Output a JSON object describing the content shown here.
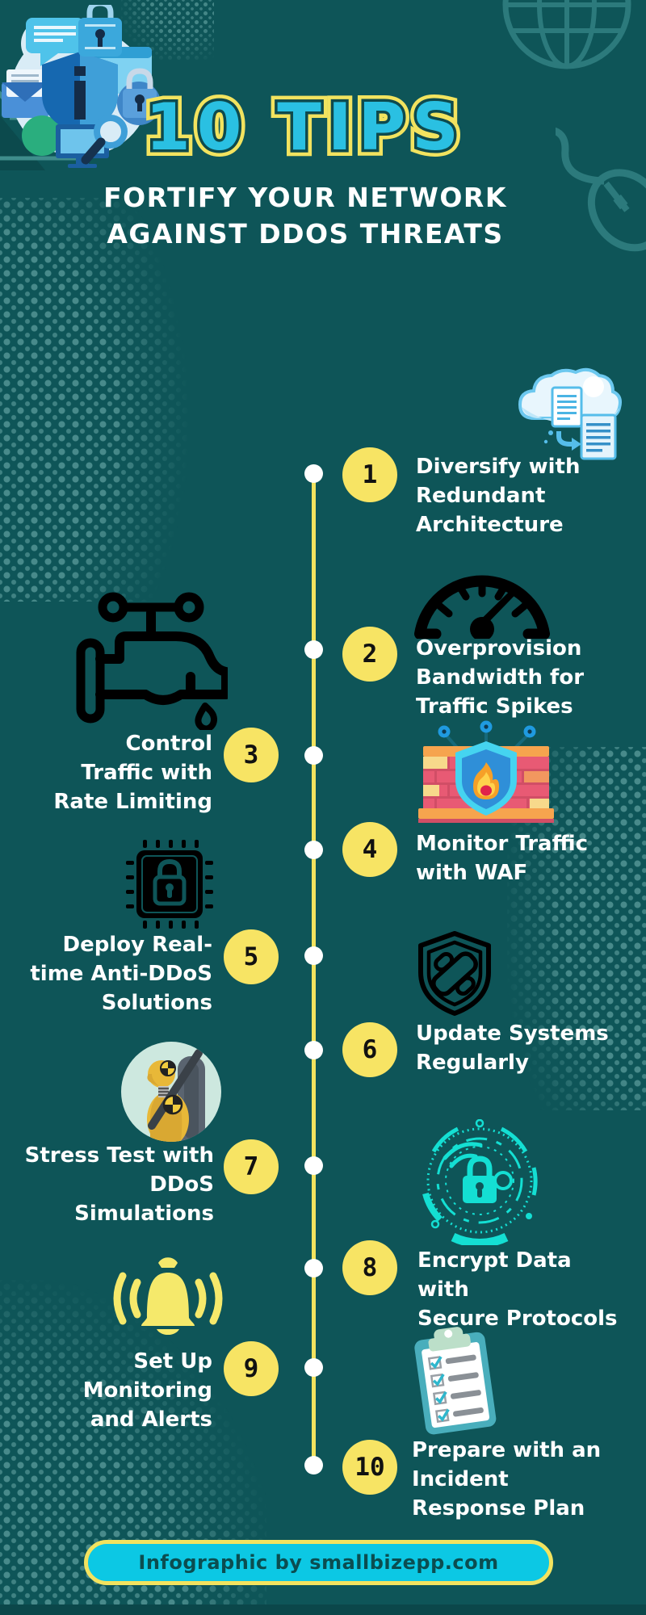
{
  "header": {
    "title": "10 TIPS",
    "subtitle_line1": "FORTIFY YOUR NETWORK",
    "subtitle_line2": "AGAINST DDOS THREATS"
  },
  "tips": [
    {
      "number": "1",
      "side": "right",
      "icon": "cloud-sync-documents-icon",
      "label": "Diversify with Redundant Architecture",
      "lines": [
        "Diversify with",
        "Redundant",
        "Architecture"
      ]
    },
    {
      "number": "2",
      "side": "right",
      "icon": "speedometer-icon",
      "label": "Overprovision Bandwidth for Traffic Spikes",
      "lines": [
        "Overprovision",
        "Bandwidth for",
        "Traffic Spikes"
      ]
    },
    {
      "number": "3",
      "side": "left",
      "icon": "faucet-icon",
      "label": "Control Traffic with Rate Limiting",
      "lines": [
        "Control",
        "Traffic with",
        "Rate Limiting"
      ]
    },
    {
      "number": "4",
      "side": "right",
      "icon": "firewall-shield-icon",
      "label": "Monitor Traffic with WAF",
      "lines": [
        "Monitor Traffic",
        "with WAF"
      ]
    },
    {
      "number": "5",
      "side": "left",
      "icon": "chip-lock-icon",
      "label": "Deploy Real-time Anti-DDoS Solutions",
      "lines": [
        "Deploy Real-",
        "time Anti-DDoS",
        "Solutions"
      ]
    },
    {
      "number": "6",
      "side": "right",
      "icon": "patch-shield-icon",
      "label": "Update Systems Regularly",
      "lines": [
        "Update Systems",
        "Regularly"
      ]
    },
    {
      "number": "7",
      "side": "left",
      "icon": "crash-test-dummy-image",
      "label": "Stress Test with DDoS Simulations",
      "lines": [
        "Stress Test with",
        "DDoS",
        "Simulations"
      ]
    },
    {
      "number": "8",
      "side": "right",
      "icon": "cyber-lock-icon",
      "label": "Encrypt Data with Secure Protocols",
      "lines": [
        "Encrypt Data with",
        "Secure Protocols"
      ]
    },
    {
      "number": "9",
      "side": "left",
      "icon": "alarm-bell-icon",
      "label": "Set Up Monitoring and Alerts",
      "lines": [
        "Set Up",
        "Monitoring",
        "and Alerts"
      ]
    },
    {
      "number": "10",
      "side": "right",
      "icon": "checklist-clipboard-icon",
      "label": "Prepare with an Incident Response Plan",
      "lines": [
        "Prepare with an",
        "Incident",
        "Response Plan"
      ]
    }
  ],
  "footer": {
    "text": "Infographic by smallbizepp.com"
  },
  "decorations": [
    "security-illustration",
    "globe-icon",
    "computer-mouse-icon",
    "halftone-dots"
  ],
  "colors": {
    "background": "#0e5558",
    "accent_yellow": "#f2e35f",
    "accent_cyan": "#2ac0e2",
    "footer_pill": "#0cc8e4",
    "text_white": "#ffffff",
    "badge_yellow": "#f7e464",
    "deco_teal": "#2c7a7c",
    "cyber_cyan": "#14dfd3"
  }
}
